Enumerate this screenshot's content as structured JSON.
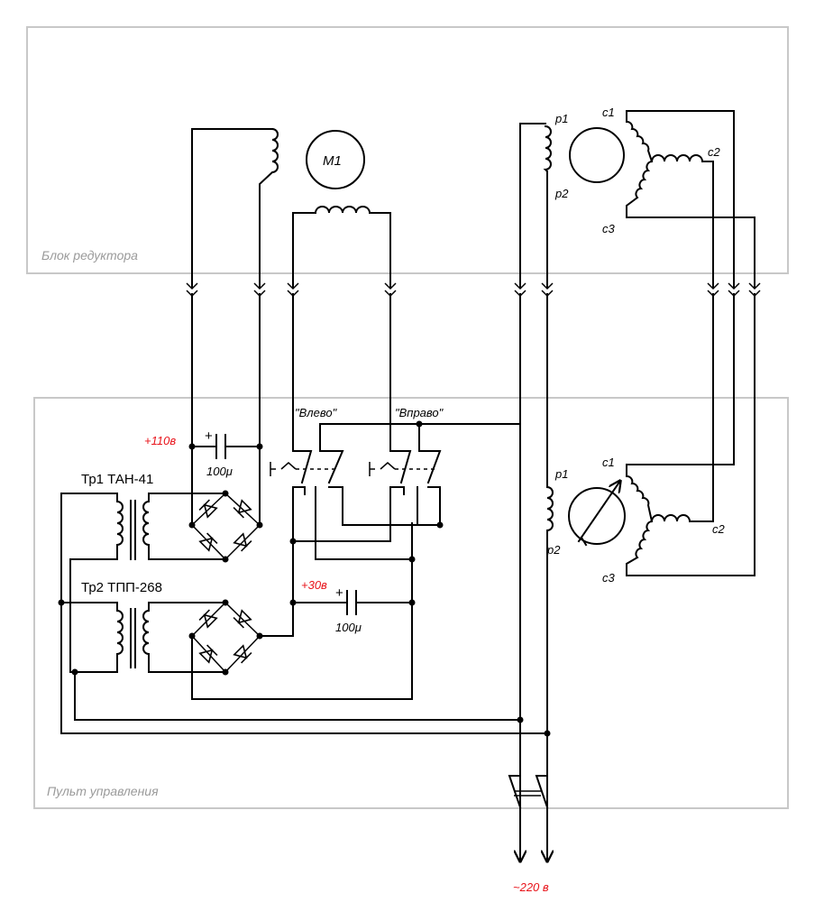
{
  "colors": {
    "wire": "#000000",
    "frame": "#c8c8c8",
    "voltage_label": "#e8131a",
    "frame_label": "#9a9a9a"
  },
  "frames": {
    "reducer_label": "Блок редуктора",
    "panel_label": "Пульт управления"
  },
  "components": {
    "motor": "M1",
    "tr1": "Тр1 ТАН-41",
    "tr2": "Тр2 ТПП-268",
    "cap1": "100μ",
    "cap2": "100μ",
    "plus1": "+",
    "plus2": "+"
  },
  "voltages": {
    "v110": "+110в",
    "v30": "+30в",
    "mains": "~220 в"
  },
  "switches": {
    "left": "\"Влево\"",
    "right": "\"Вправо\""
  },
  "selsyn_top": {
    "r1": "p1",
    "r2": "p2",
    "c1": "c1",
    "c2": "c2",
    "c3": "c3"
  },
  "selsyn_bottom": {
    "r1": "p1",
    "r2": "p2",
    "c1": "c1",
    "c2": "c2",
    "c3": "c3"
  }
}
